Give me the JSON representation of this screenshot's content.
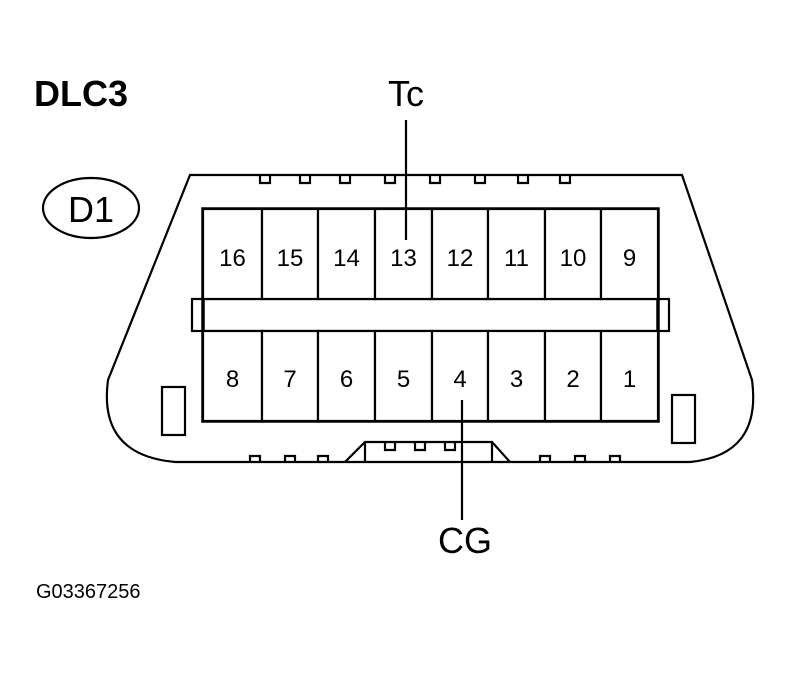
{
  "diagram": {
    "title": "DLC3",
    "connector_code": "D1",
    "figure_code": "G03367256",
    "callouts": [
      {
        "label": "Tc",
        "pin": "13"
      },
      {
        "label": "CG",
        "pin": "4"
      }
    ],
    "top_row": [
      "16",
      "15",
      "14",
      "13",
      "12",
      "11",
      "10",
      "9"
    ],
    "bottom_row": [
      "8",
      "7",
      "6",
      "5",
      "4",
      "3",
      "2",
      "1"
    ]
  },
  "colors": {
    "line": "#000000",
    "background": "#ffffff"
  }
}
